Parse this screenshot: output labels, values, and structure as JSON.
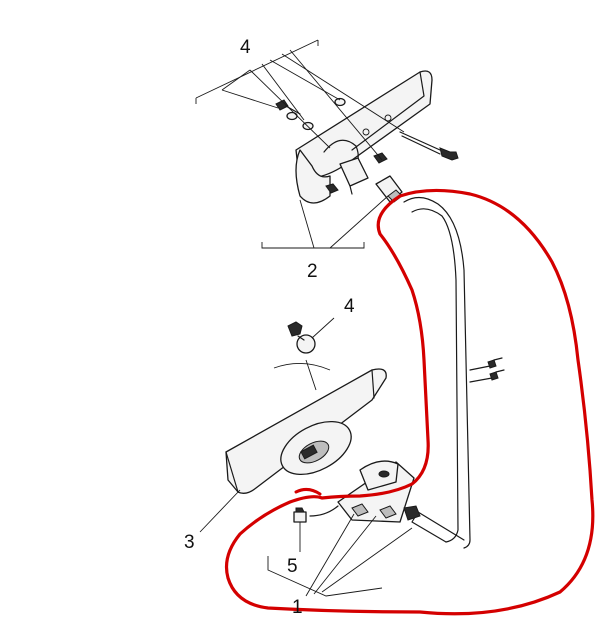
{
  "callouts": {
    "label_4_top": "4",
    "label_2": "2",
    "label_4_mid": "4",
    "label_3": "3",
    "label_5": "5",
    "label_1": "1"
  },
  "colors": {
    "line_art": "#1a1a1a",
    "annotation_freehand": "#d40000",
    "background": "#ffffff"
  }
}
